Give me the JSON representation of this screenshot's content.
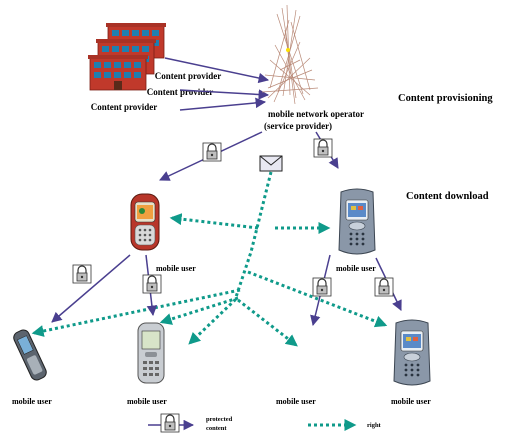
{
  "providers": {
    "labels": [
      "Content provider",
      "Content provider",
      "Content provider"
    ]
  },
  "operator": {
    "line1": "mobile network operator",
    "line2": "(service provider)"
  },
  "sections": {
    "provisioning": "Content provisioning",
    "download": "Content download"
  },
  "users": {
    "label": "mobile user"
  },
  "legend": {
    "protected_line1": "protected",
    "protected_line2": "content",
    "right": "right"
  },
  "colors": {
    "arrow": "#4a3f8f",
    "rights": "#0f9a8a",
    "building": "#c0392b",
    "window": "#1f7fb0"
  }
}
